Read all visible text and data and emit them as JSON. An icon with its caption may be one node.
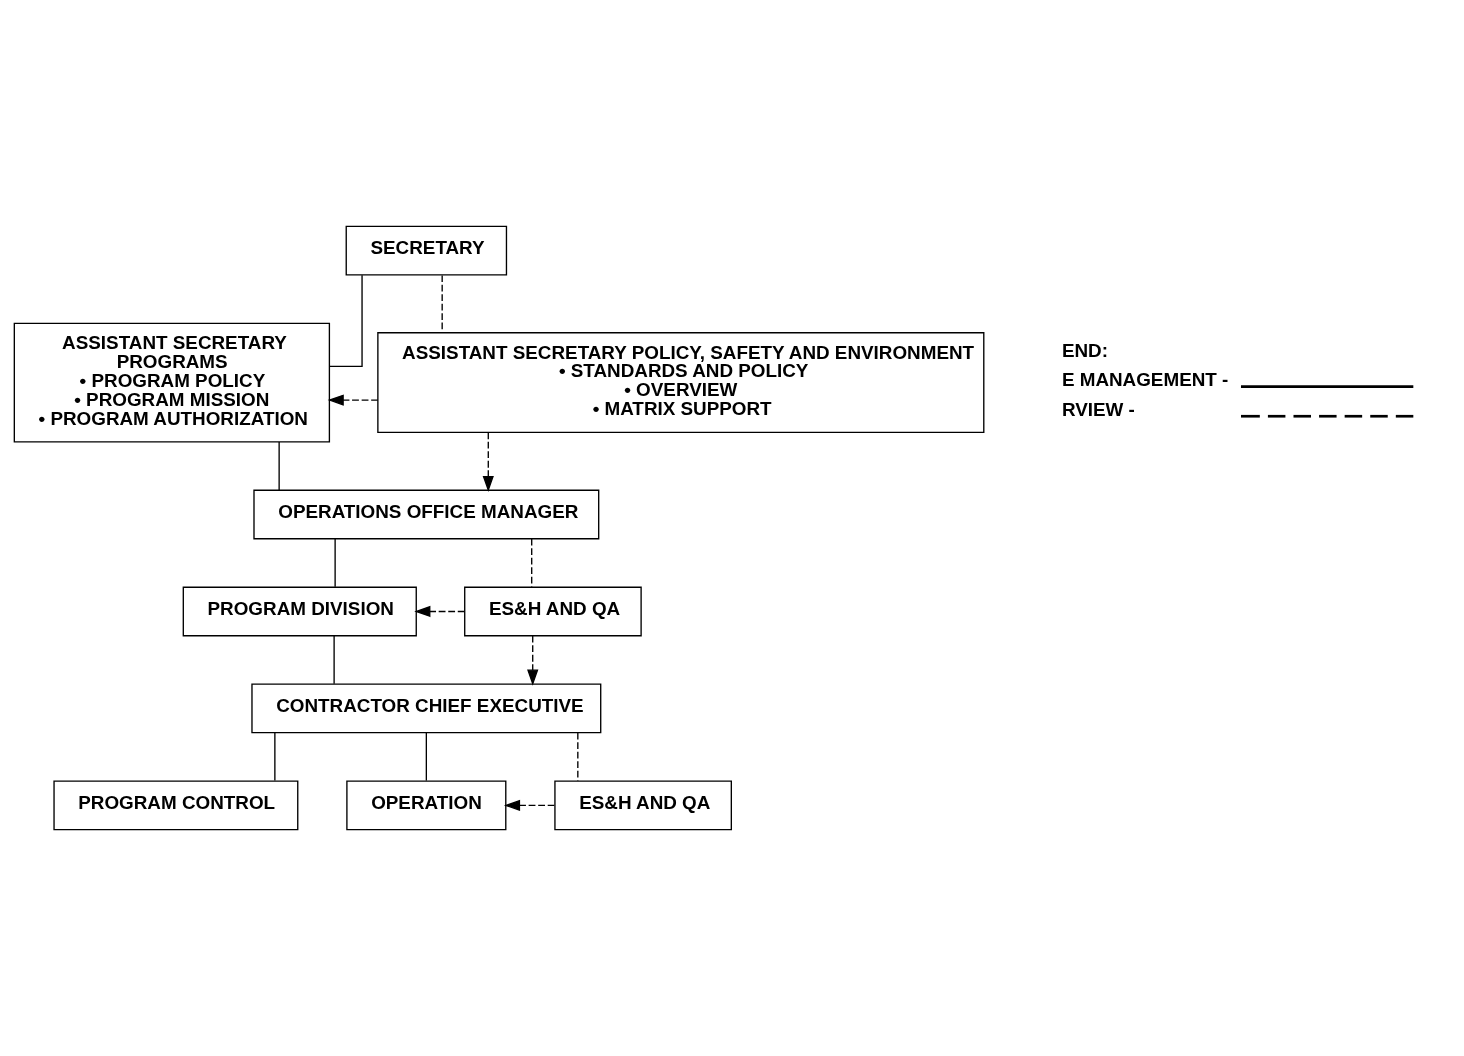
{
  "diagram": {
    "nodes": [
      {
        "text": [
          "SECRETARY"
        ]
      },
      {
        "text": [
          "ASSISTANT SECRETARY",
          "PROGRAMS",
          "• PROGRAM POLICY",
          "• PROGRAM MISSION",
          "• PROGRAM AUTHORIZATION"
        ]
      },
      {
        "text": [
          "ASSISTANT SECRETARY POLICY, SAFETY AND ENVIRONMENT",
          "• STANDARDS AND POLICY",
          "• OVERVIEW",
          "• MATRIX SUPPORT"
        ]
      },
      {
        "text": [
          "OPERATIONS OFFICE MANAGER"
        ]
      },
      {
        "text": [
          "PROGRAM DIVISION"
        ]
      },
      {
        "text": [
          "ES&H AND QA"
        ]
      },
      {
        "text": [
          "CONTRACTOR CHIEF EXECUTIVE"
        ]
      },
      {
        "text": [
          "PROGRAM CONTROL"
        ]
      },
      {
        "text": [
          "OPERATION"
        ]
      },
      {
        "text": [
          "ES&H AND QA"
        ]
      }
    ],
    "edges": [
      {
        "from": 0,
        "to": 1,
        "arrow": "none"
      },
      {
        "from": 0,
        "to": 2,
        "arrow": "none",
        "style": "dashed"
      },
      {
        "from": 2,
        "to": 1,
        "arrow": "to",
        "style": "dashed"
      },
      {
        "from": 1,
        "to": 3,
        "arrow": "none"
      },
      {
        "from": 2,
        "to": 3,
        "arrow": "to",
        "style": "dashed"
      },
      {
        "from": 3,
        "to": 4,
        "arrow": "none"
      },
      {
        "from": 3,
        "to": 5,
        "arrow": "none",
        "style": "dashed"
      },
      {
        "from": 5,
        "to": 4,
        "arrow": "to",
        "style": "dashed"
      },
      {
        "from": 4,
        "to": 6,
        "arrow": "none"
      },
      {
        "from": 5,
        "to": 6,
        "arrow": "to",
        "style": "dashed"
      },
      {
        "from": 6,
        "to": 7,
        "arrow": "none"
      },
      {
        "from": 6,
        "to": 8,
        "arrow": "none"
      },
      {
        "from": 6,
        "to": 9,
        "arrow": "none",
        "style": "dashed"
      },
      {
        "from": 9,
        "to": 8,
        "arrow": "to",
        "style": "dashed"
      }
    ],
    "labels": [
      "END:"
    ],
    "legend": [
      {
        "text": "E MANAGEMENT -"
      },
      {
        "text": "RVIEW -"
      }
    ]
  }
}
